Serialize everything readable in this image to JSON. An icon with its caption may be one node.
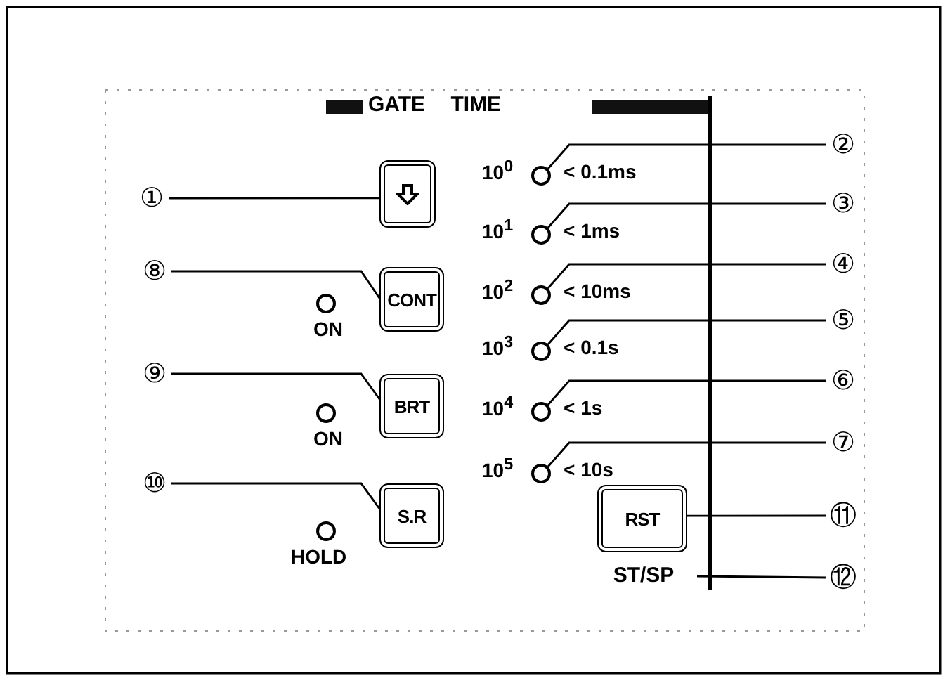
{
  "diagram": {
    "nodes": [
      {
        "text": [
          "①"
        ]
      },
      {
        "text": [],
        "shape": "box"
      },
      {
        "text": [
          "②"
        ]
      },
      {
        "text": [],
        "shape": "circle"
      },
      {
        "text": [
          "③"
        ]
      },
      {
        "text": [],
        "shape": "circle"
      },
      {
        "text": [
          "④"
        ]
      },
      {
        "text": [],
        "shape": "circle"
      },
      {
        "text": [
          "⑤"
        ]
      },
      {
        "text": [],
        "shape": "circle"
      },
      {
        "text": [
          "⑥"
        ]
      },
      {
        "text": [],
        "shape": "circle"
      },
      {
        "text": [
          "⑦"
        ]
      },
      {
        "text": [],
        "shape": "circle"
      },
      {
        "text": [
          "⑧"
        ]
      },
      {
        "text": [
          "CONT"
        ]
      },
      {
        "text": [
          "⑨"
        ]
      },
      {
        "text": [
          "BRT"
        ]
      },
      {
        "text": [
          "⑩"
        ]
      },
      {
        "text": [
          "S.R"
        ]
      },
      {
        "text": [
          "⑪"
        ]
      },
      {
        "text": [
          "RST"
        ]
      },
      {
        "text": [
          "⑫"
        ]
      },
      {
        "text": [
          "ST/SP"
        ]
      }
    ],
    "edges": [
      {
        "from": 0,
        "to": 1,
        "arrow": "none"
      },
      {
        "from": 2,
        "to": 3,
        "arrow": "none"
      },
      {
        "from": 4,
        "to": 5,
        "arrow": "none"
      },
      {
        "from": 6,
        "to": 7,
        "arrow": "none"
      },
      {
        "from": 8,
        "to": 9,
        "arrow": "none"
      },
      {
        "from": 10,
        "to": 11,
        "arrow": "none"
      },
      {
        "from": 12,
        "to": 13,
        "arrow": "none"
      },
      {
        "from": 14,
        "to": 15,
        "arrow": "none"
      },
      {
        "from": 16,
        "to": 17,
        "arrow": "none"
      },
      {
        "from": 18,
        "to": 19,
        "arrow": "none"
      },
      {
        "from": 20,
        "to": 21,
        "arrow": "none"
      },
      {
        "from": 22,
        "to": 23,
        "arrow": "none"
      }
    ],
    "labels": [
      "GATE TIME",
      "10$^{0}$",
      "< 0.1ms",
      "10$^{1}$",
      "< 1ms",
      "10$^{2}$",
      "< 10ms",
      "ON",
      "10$^{3}$",
      "< 0.1s",
      "10$^{4}$",
      "< 1s",
      "ON",
      "10$^{5}$",
      "< 10s",
      "HOLD"
    ]
  }
}
